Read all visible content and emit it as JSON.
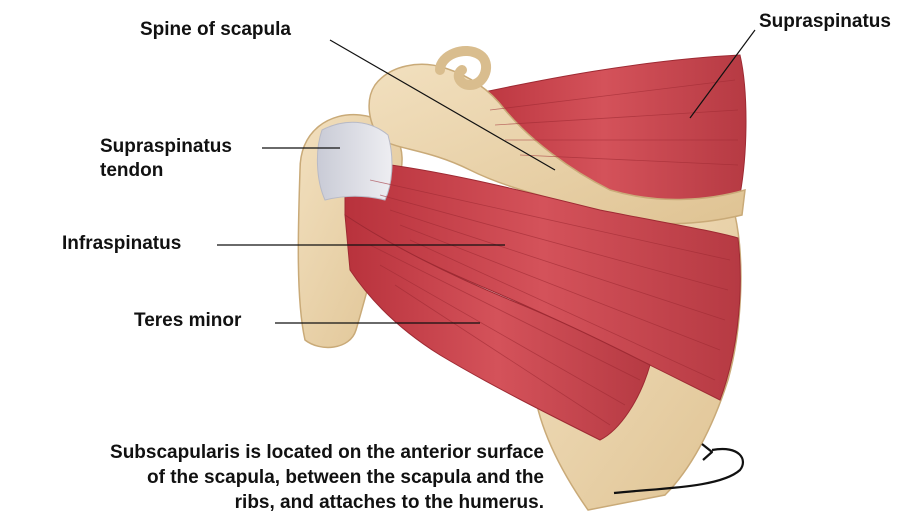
{
  "labels": {
    "spine_of_scapula": "Spine of scapula",
    "supraspinatus": "Supraspinatus",
    "supraspinatus_tendon_line1": "Supraspinatus",
    "supraspinatus_tendon_line2": "tendon",
    "infraspinatus": "Infraspinatus",
    "teres_minor": "Teres minor"
  },
  "note": {
    "line1": "Subscapularis is located on the anterior surface",
    "line2": "of the scapula, between the scapula and the",
    "line3": "ribs, and attaches to the humerus."
  },
  "colors": {
    "bone": "#e9d3ac",
    "bone_shadow": "#d2b585",
    "muscle": "#c8444c",
    "muscle_dark": "#a52d37",
    "tendon": "#d8d9e0",
    "leader": "#111111"
  }
}
